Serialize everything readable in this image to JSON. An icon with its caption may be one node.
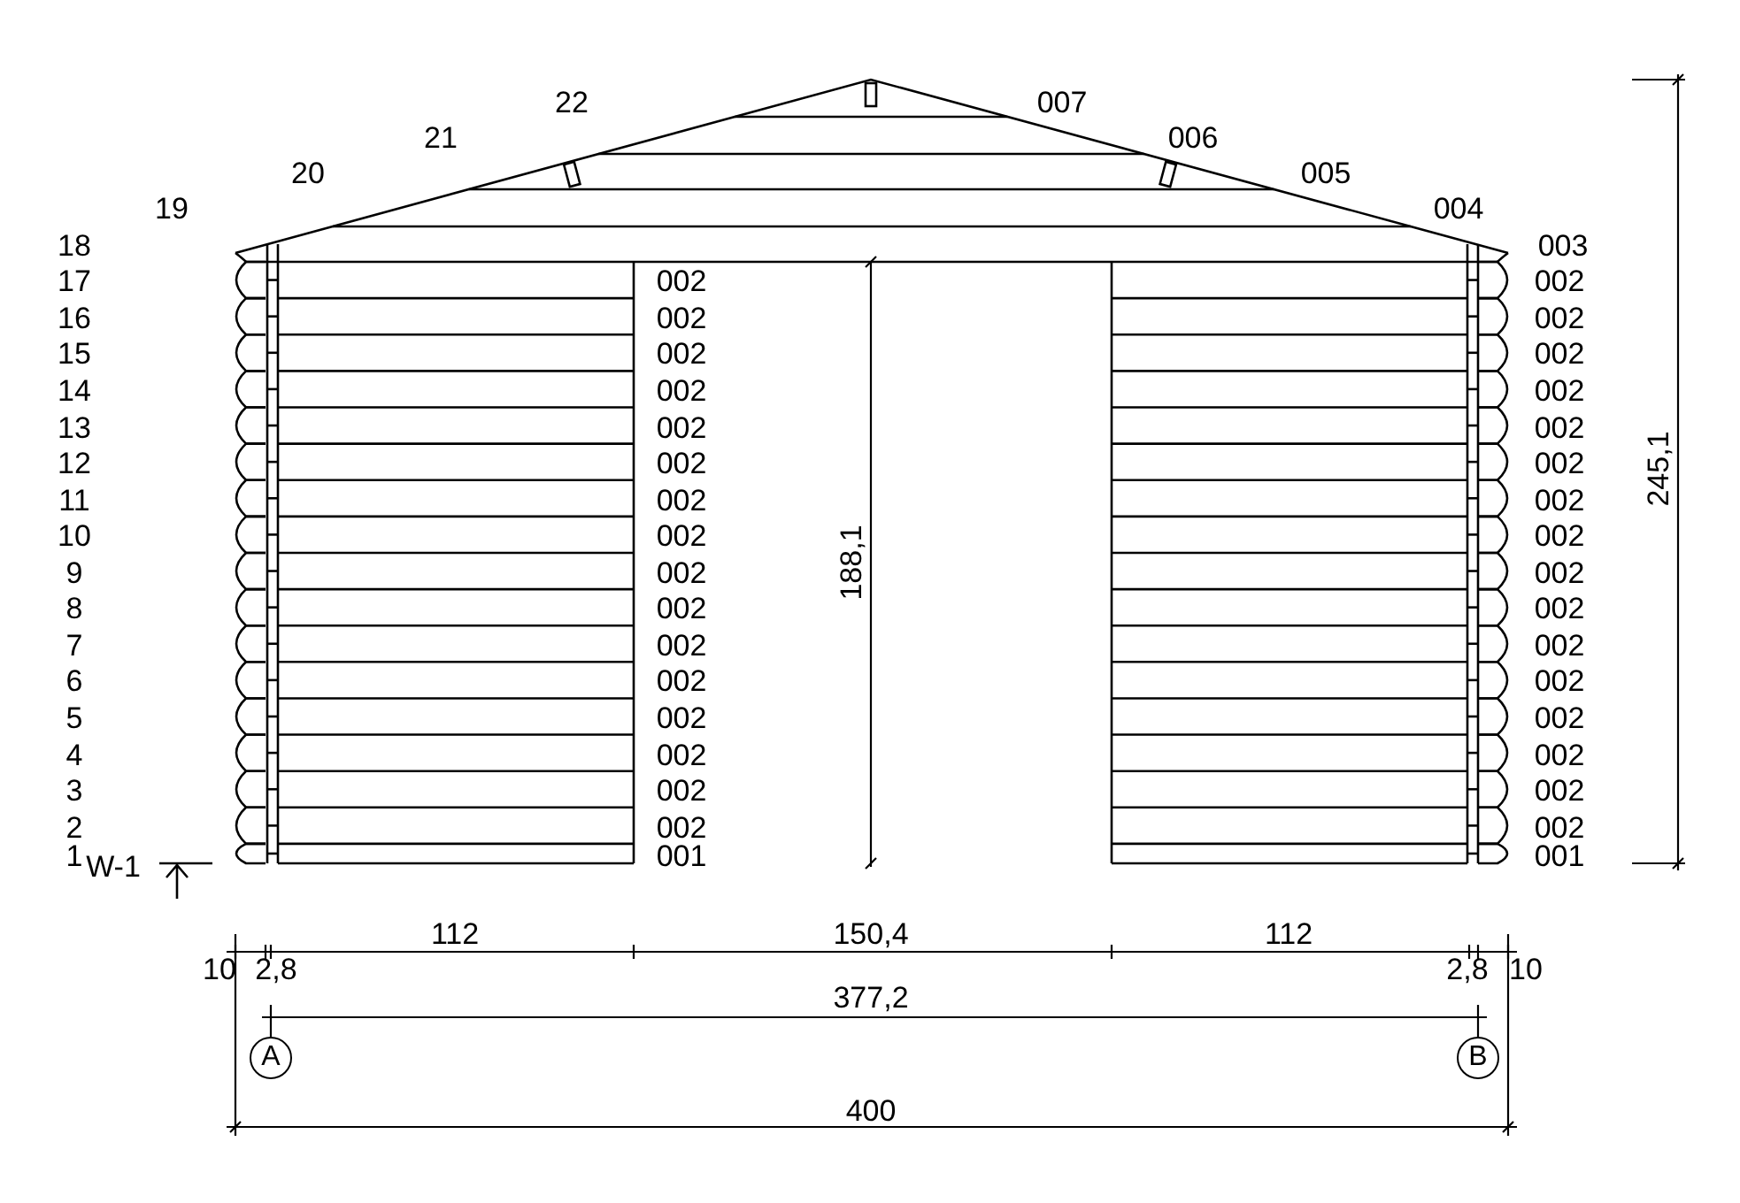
{
  "diagram": {
    "nodes": [
      {
        "text": [
          "A"
        ]
      },
      {
        "text": [
          "B"
        ]
      }
    ],
    "labels": [
      "22",
      "007",
      "21",
      "006",
      "20",
      "005",
      "19",
      "004",
      "18",
      "003",
      "17",
      "002",
      "002",
      "16",
      "002",
      "002",
      "15",
      "002",
      "002",
      "14",
      "002",
      "002",
      "13",
      "002",
      "002",
      "12",
      "002",
      "002",
      "11",
      "002",
      "002",
      "10",
      "002",
      "002",
      "9",
      "002",
      "002",
      "8",
      "002",
      "002",
      "7",
      "002",
      "002",
      "6",
      "002",
      "002",
      "5",
      "002",
      "002",
      "4",
      "002",
      "002",
      "3",
      "002",
      "002",
      "2",
      "002",
      "002",
      "1",
      "001",
      "001",
      "W-1",
      "188,1",
      "245,1",
      "112",
      "150,4",
      "112",
      "10",
      "2,8",
      "2,8",
      "10",
      "377,2",
      "400"
    ]
  }
}
